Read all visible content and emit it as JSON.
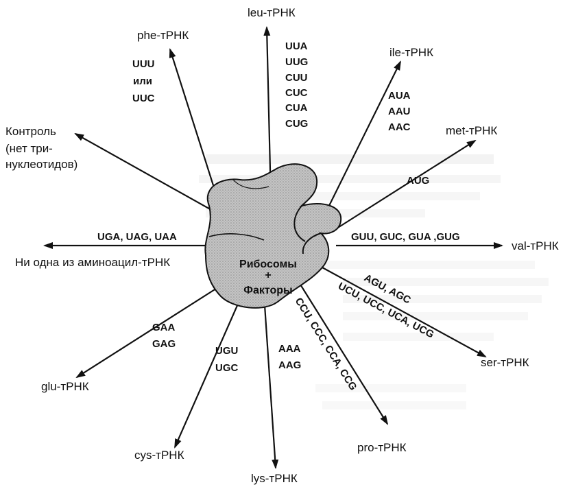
{
  "center": {
    "line1": "Рибосомы",
    "plus": "+",
    "line2": "Факторы"
  },
  "labels": {
    "leu": "leu-тРНК",
    "phe": "phe-тРНК",
    "ile": "ile-тРНК",
    "met": "met-тРНК",
    "control1": "Контроль",
    "control2": "(нет три-",
    "control3": "нуклеотидов)",
    "val": "val-тРНК",
    "none": "Ни  одна из аминоацил-тРНК",
    "ser": "ser-тРНК",
    "glu": "glu-тРНК",
    "cys": "cys-тРНК",
    "lys": "lys-тРНК",
    "pro": "pro-тРНК"
  },
  "codons": {
    "leu": [
      "UUA",
      "UUG",
      "CUU",
      "CUC",
      "CUA",
      "CUG"
    ],
    "phe": [
      "UUU",
      "или",
      "UUC"
    ],
    "ile": [
      "AUA",
      "AAU",
      "AAC"
    ],
    "met": "AUG",
    "none": "UGA, UAG, UAA",
    "val": "GUU, GUC, GUA ,GUG",
    "ser1": "AGU, AGC",
    "ser2": "UCU, UCC, UCA, UCG",
    "pro": "CCU, CCC, CCA, CCG",
    "glu": [
      "GAA",
      "GAG"
    ],
    "cys": [
      "UGU",
      "UGC"
    ],
    "lys": [
      "AAA",
      "AAG"
    ]
  },
  "colors": {
    "ink": "#111111",
    "ribosome_fill": "#b9b9b9"
  }
}
